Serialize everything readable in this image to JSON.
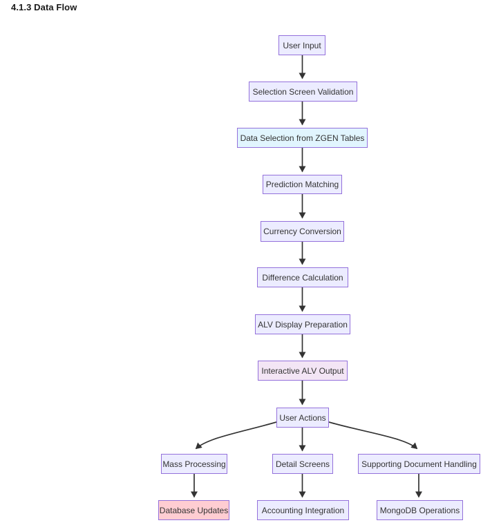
{
  "title": "4.1.3 Data Flow",
  "diagram": {
    "type": "flowchart-top-down",
    "nodes": [
      {
        "id": "user-input",
        "label": "User Input",
        "style": "default"
      },
      {
        "id": "selection-screen-validation",
        "label": "Selection Screen Validation",
        "style": "default"
      },
      {
        "id": "data-selection-zgen",
        "label": "Data Selection from ZGEN Tables",
        "style": "blue"
      },
      {
        "id": "prediction-matching",
        "label": "Prediction Matching",
        "style": "default"
      },
      {
        "id": "currency-conversion",
        "label": "Currency Conversion",
        "style": "default"
      },
      {
        "id": "difference-calculation",
        "label": "Difference Calculation",
        "style": "default"
      },
      {
        "id": "alv-display-preparation",
        "label": "ALV Display Preparation",
        "style": "default"
      },
      {
        "id": "interactive-alv-output",
        "label": "Interactive ALV Output",
        "style": "purple"
      },
      {
        "id": "user-actions",
        "label": "User Actions",
        "style": "default"
      },
      {
        "id": "mass-processing",
        "label": "Mass Processing",
        "style": "default"
      },
      {
        "id": "detail-screens",
        "label": "Detail Screens",
        "style": "default"
      },
      {
        "id": "supporting-document-handling",
        "label": "Supporting Document Handling",
        "style": "default"
      },
      {
        "id": "database-updates",
        "label": "Database Updates",
        "style": "pink"
      },
      {
        "id": "accounting-integration",
        "label": "Accounting Integration",
        "style": "default"
      },
      {
        "id": "mongodb-operations",
        "label": "MongoDB Operations",
        "style": "default"
      }
    ],
    "edges": [
      {
        "from": "user-input",
        "to": "selection-screen-validation"
      },
      {
        "from": "selection-screen-validation",
        "to": "data-selection-zgen"
      },
      {
        "from": "data-selection-zgen",
        "to": "prediction-matching"
      },
      {
        "from": "prediction-matching",
        "to": "currency-conversion"
      },
      {
        "from": "currency-conversion",
        "to": "difference-calculation"
      },
      {
        "from": "difference-calculation",
        "to": "alv-display-preparation"
      },
      {
        "from": "alv-display-preparation",
        "to": "interactive-alv-output"
      },
      {
        "from": "interactive-alv-output",
        "to": "user-actions"
      },
      {
        "from": "user-actions",
        "to": "mass-processing"
      },
      {
        "from": "user-actions",
        "to": "detail-screens"
      },
      {
        "from": "user-actions",
        "to": "supporting-document-handling"
      },
      {
        "from": "mass-processing",
        "to": "database-updates"
      },
      {
        "from": "detail-screens",
        "to": "accounting-integration"
      },
      {
        "from": "supporting-document-handling",
        "to": "mongodb-operations"
      }
    ],
    "colors": {
      "node_fill": "#ECECFF",
      "node_border": "#9370DB",
      "blue_fill": "#E1F5FE",
      "purple_fill": "#F3E5F5",
      "pink_fill": "#FFCDD2",
      "edge": "#333333",
      "text": "#333333"
    }
  }
}
